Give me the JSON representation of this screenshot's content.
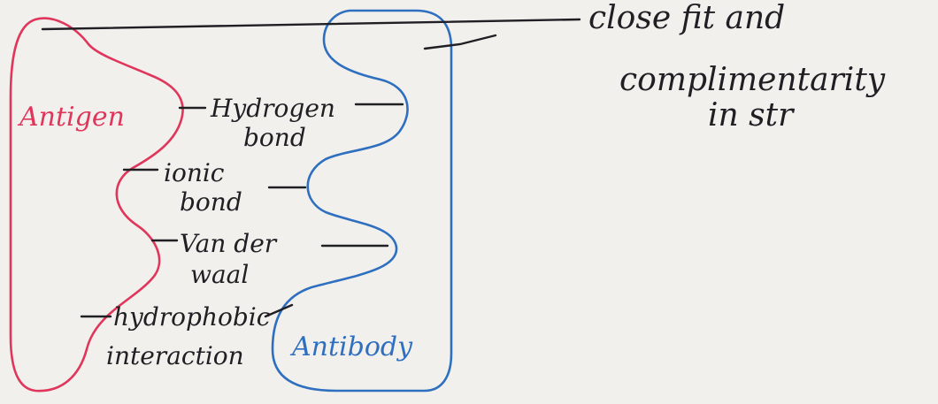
{
  "colors": {
    "paper": "#f1f0ec",
    "ink": "#1f1f24",
    "antigen": "#e0365b",
    "antibody": "#2f6fc0"
  },
  "labels": {
    "antigen": "Antigen",
    "antibody": "Antibody",
    "hydrogen_line1": "Hydrogen",
    "hydrogen_line2": "bond",
    "ionic_line1": "ionic",
    "ionic_line2": "bond",
    "vdw_line1": "Van der",
    "vdw_line2": "waal",
    "hydrophobic_line1": "hydrophobic",
    "hydrophobic_line2": "interaction"
  },
  "note": {
    "line1": "close fit and",
    "line2": "complimentarity",
    "line3": "in str"
  }
}
